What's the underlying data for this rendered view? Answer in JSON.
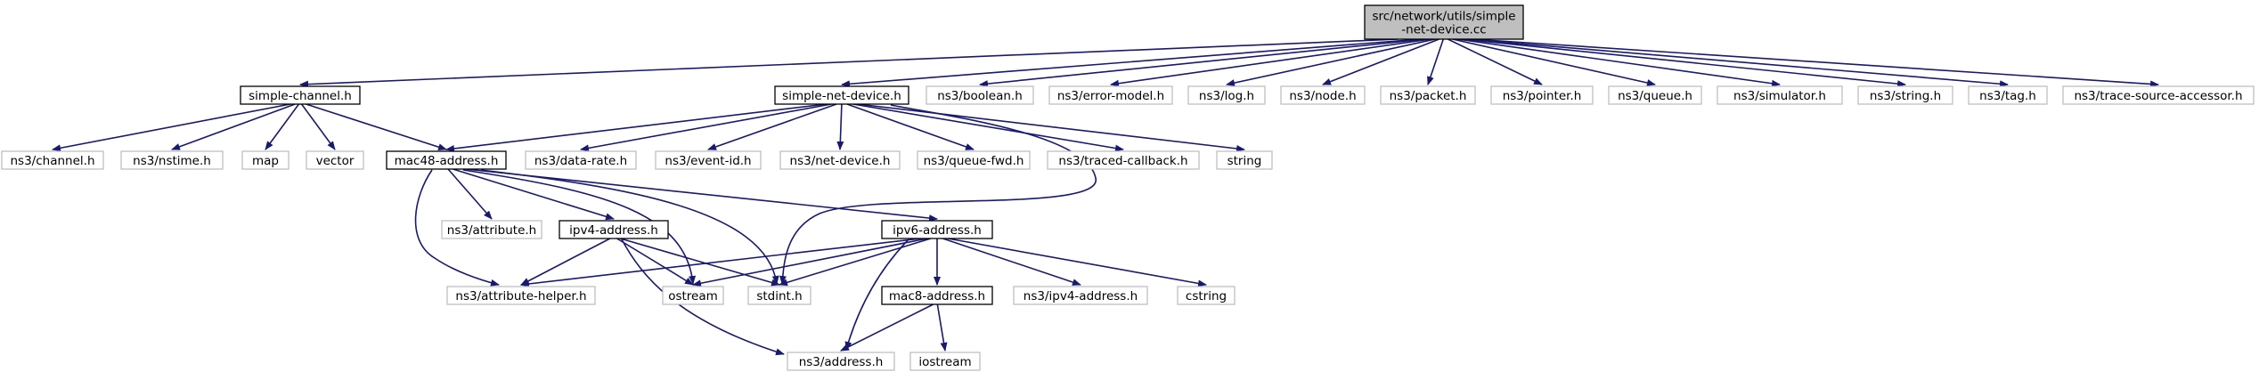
{
  "colors": {
    "edge": "#191970",
    "root_fill": "#bfbfbf",
    "root_border": "#000000",
    "internal_border": "#000000",
    "external_border": "#bfbfbf",
    "text": "#000000",
    "background": "#ffffff"
  },
  "nodes": [
    {
      "id": "root",
      "lines": [
        "src/network/utils/simple",
        "-net-device.cc"
      ],
      "kind": "root"
    },
    {
      "id": "simple_channel",
      "lines": [
        "simple-channel.h"
      ],
      "kind": "internal"
    },
    {
      "id": "simple_net_device",
      "lines": [
        "simple-net-device.h"
      ],
      "kind": "internal"
    },
    {
      "id": "boolean",
      "lines": [
        "ns3/boolean.h"
      ],
      "kind": "external"
    },
    {
      "id": "error_model",
      "lines": [
        "ns3/error-model.h"
      ],
      "kind": "external"
    },
    {
      "id": "log",
      "lines": [
        "ns3/log.h"
      ],
      "kind": "external"
    },
    {
      "id": "node",
      "lines": [
        "ns3/node.h"
      ],
      "kind": "external"
    },
    {
      "id": "packet",
      "lines": [
        "ns3/packet.h"
      ],
      "kind": "external"
    },
    {
      "id": "pointer",
      "lines": [
        "ns3/pointer.h"
      ],
      "kind": "external"
    },
    {
      "id": "queue",
      "lines": [
        "ns3/queue.h"
      ],
      "kind": "external"
    },
    {
      "id": "simulator",
      "lines": [
        "ns3/simulator.h"
      ],
      "kind": "external"
    },
    {
      "id": "string_h",
      "lines": [
        "ns3/string.h"
      ],
      "kind": "external"
    },
    {
      "id": "tag",
      "lines": [
        "ns3/tag.h"
      ],
      "kind": "external"
    },
    {
      "id": "trace_source",
      "lines": [
        "ns3/trace-source-accessor.h"
      ],
      "kind": "external"
    },
    {
      "id": "channel",
      "lines": [
        "ns3/channel.h"
      ],
      "kind": "external"
    },
    {
      "id": "nstime",
      "lines": [
        "ns3/nstime.h"
      ],
      "kind": "external"
    },
    {
      "id": "map",
      "lines": [
        "map"
      ],
      "kind": "external"
    },
    {
      "id": "vector",
      "lines": [
        "vector"
      ],
      "kind": "external"
    },
    {
      "id": "mac48",
      "lines": [
        "mac48-address.h"
      ],
      "kind": "internal"
    },
    {
      "id": "data_rate",
      "lines": [
        "ns3/data-rate.h"
      ],
      "kind": "external"
    },
    {
      "id": "event_id",
      "lines": [
        "ns3/event-id.h"
      ],
      "kind": "external"
    },
    {
      "id": "net_device",
      "lines": [
        "ns3/net-device.h"
      ],
      "kind": "external"
    },
    {
      "id": "queue_fwd",
      "lines": [
        "ns3/queue-fwd.h"
      ],
      "kind": "external"
    },
    {
      "id": "traced_callback",
      "lines": [
        "ns3/traced-callback.h"
      ],
      "kind": "external"
    },
    {
      "id": "string",
      "lines": [
        "string"
      ],
      "kind": "external"
    },
    {
      "id": "attribute",
      "lines": [
        "ns3/attribute.h"
      ],
      "kind": "external"
    },
    {
      "id": "ipv4_address",
      "lines": [
        "ipv4-address.h"
      ],
      "kind": "internal"
    },
    {
      "id": "ipv6_address",
      "lines": [
        "ipv6-address.h"
      ],
      "kind": "internal"
    },
    {
      "id": "attribute_helper",
      "lines": [
        "ns3/attribute-helper.h"
      ],
      "kind": "external"
    },
    {
      "id": "ostream",
      "lines": [
        "ostream"
      ],
      "kind": "external"
    },
    {
      "id": "stdint",
      "lines": [
        "stdint.h"
      ],
      "kind": "external"
    },
    {
      "id": "mac8",
      "lines": [
        "mac8-address.h"
      ],
      "kind": "internal"
    },
    {
      "id": "ns3_ipv4_address",
      "lines": [
        "ns3/ipv4-address.h"
      ],
      "kind": "external"
    },
    {
      "id": "cstring",
      "lines": [
        "cstring"
      ],
      "kind": "external"
    },
    {
      "id": "ns3_address",
      "lines": [
        "ns3/address.h"
      ],
      "kind": "external"
    },
    {
      "id": "iostream",
      "lines": [
        "iostream"
      ],
      "kind": "external"
    }
  ],
  "edges": [
    [
      "root",
      "simple_channel"
    ],
    [
      "root",
      "simple_net_device"
    ],
    [
      "root",
      "boolean"
    ],
    [
      "root",
      "error_model"
    ],
    [
      "root",
      "log"
    ],
    [
      "root",
      "node"
    ],
    [
      "root",
      "packet"
    ],
    [
      "root",
      "pointer"
    ],
    [
      "root",
      "queue"
    ],
    [
      "root",
      "simulator"
    ],
    [
      "root",
      "string_h"
    ],
    [
      "root",
      "tag"
    ],
    [
      "root",
      "trace_source"
    ],
    [
      "simple_channel",
      "channel"
    ],
    [
      "simple_channel",
      "nstime"
    ],
    [
      "simple_channel",
      "map"
    ],
    [
      "simple_channel",
      "vector"
    ],
    [
      "simple_channel",
      "mac48"
    ],
    [
      "simple_net_device",
      "mac48"
    ],
    [
      "simple_net_device",
      "data_rate"
    ],
    [
      "simple_net_device",
      "event_id"
    ],
    [
      "simple_net_device",
      "net_device"
    ],
    [
      "simple_net_device",
      "queue_fwd"
    ],
    [
      "simple_net_device",
      "traced_callback"
    ],
    [
      "simple_net_device",
      "string"
    ],
    [
      "simple_net_device",
      "stdint"
    ],
    [
      "mac48",
      "attribute"
    ],
    [
      "mac48",
      "ipv4_address"
    ],
    [
      "mac48",
      "ipv6_address"
    ],
    [
      "mac48",
      "attribute_helper"
    ],
    [
      "mac48",
      "ostream"
    ],
    [
      "mac48",
      "stdint"
    ],
    [
      "ipv4_address",
      "attribute_helper"
    ],
    [
      "ipv4_address",
      "ostream"
    ],
    [
      "ipv4_address",
      "stdint"
    ],
    [
      "ipv4_address",
      "ns3_address"
    ],
    [
      "ipv6_address",
      "attribute_helper"
    ],
    [
      "ipv6_address",
      "ostream"
    ],
    [
      "ipv6_address",
      "stdint"
    ],
    [
      "ipv6_address",
      "mac8"
    ],
    [
      "ipv6_address",
      "ns3_ipv4_address"
    ],
    [
      "ipv6_address",
      "cstring"
    ],
    [
      "ipv6_address",
      "ns3_address"
    ],
    [
      "mac8",
      "ns3_address"
    ],
    [
      "mac8",
      "iostream"
    ]
  ]
}
